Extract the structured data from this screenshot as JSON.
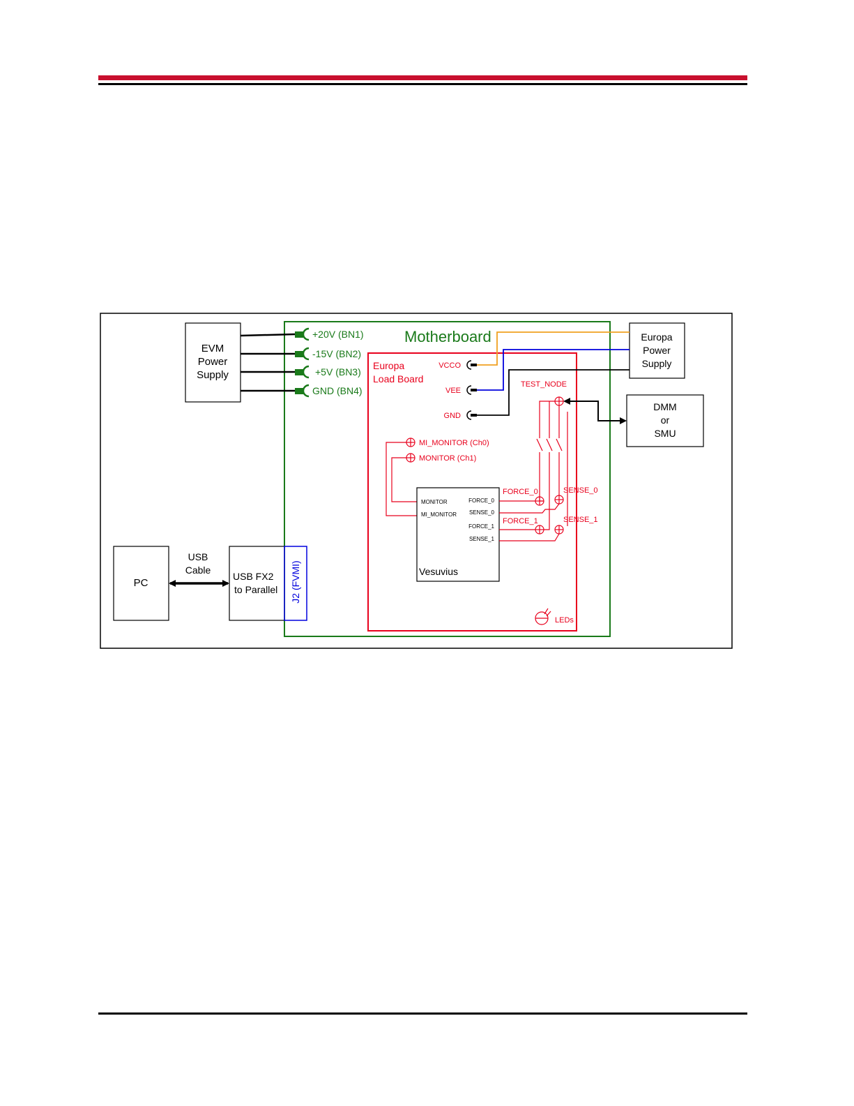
{
  "colors": {
    "header_red": "#c8102e",
    "motherboard": "#1a7a1a",
    "loadboard": "#e8001c",
    "fvmi": "#0000dd",
    "vcco_wire": "#f0a020",
    "vee_wire": "#0000dd",
    "black": "#000000"
  },
  "blocks": {
    "evm_power_supply": [
      "EVM",
      "Power",
      "Supply"
    ],
    "europa_power_supply": [
      "Europa",
      "Power",
      "Supply"
    ],
    "dmm_smu": [
      "DMM",
      "or",
      "SMU"
    ],
    "pc": "PC",
    "usb_cable": [
      "USB",
      "Cable"
    ],
    "usb_fx2": [
      "USB FX2",
      "to Parallel"
    ],
    "j2": "J2 (FVMI)"
  },
  "motherboard": {
    "title": "Motherboard",
    "connectors": [
      "+20V (BN1)",
      "-15V (BN2)",
      "+5V (BN3)",
      "GND (BN4)"
    ]
  },
  "load_board": {
    "title": [
      "Europa",
      "Load Board"
    ],
    "supply_pins": [
      "VCCO",
      "VEE",
      "GND"
    ],
    "test_node": "TEST_NODE",
    "monitors": [
      "MI_MONITOR (Ch0)",
      "MONITOR (Ch1)"
    ],
    "force_sense_points": [
      "FORCE_0",
      "SENSE_0",
      "FORCE_1",
      "SENSE_1"
    ],
    "leds": "LEDs"
  },
  "vesuvius": {
    "name": "Vesuvius",
    "left_pins": [
      "MONITOR",
      "MI_MONITOR"
    ],
    "right_pins": [
      "FORCE_0",
      "SENSE_0",
      "FORCE_1",
      "SENSE_1"
    ]
  }
}
